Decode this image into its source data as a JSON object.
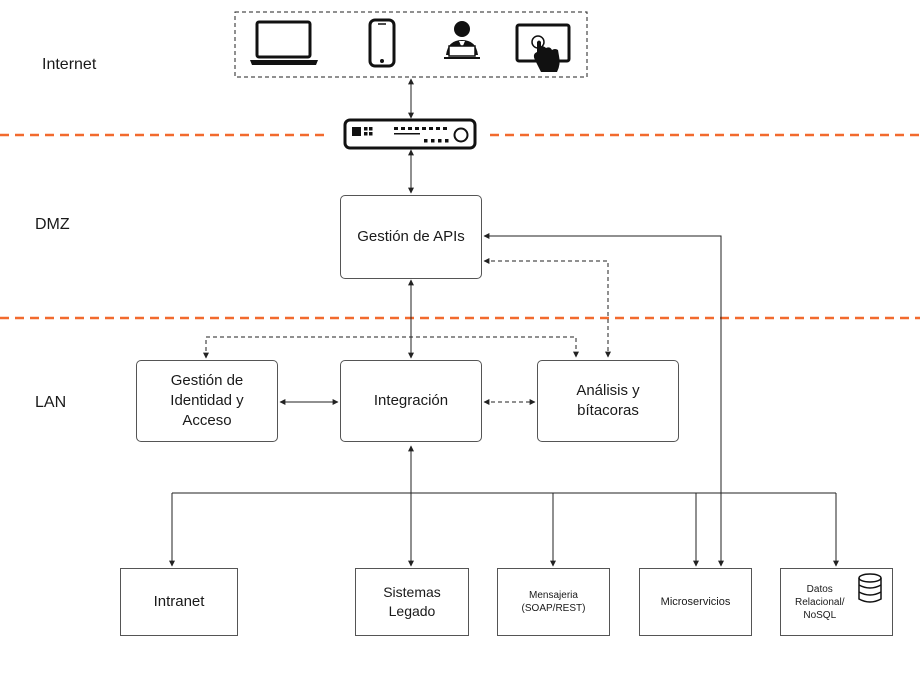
{
  "zones": {
    "internet": "Internet",
    "dmz": "DMZ",
    "lan": "LAN"
  },
  "boxes": {
    "api_gateway": "Gestión de APIs",
    "identity": "Gestión de\nIdentidad y\nAcceso",
    "integration": "Integración",
    "analytics": "Análisis y\nbítacoras",
    "intranet": "Intranet",
    "legacy": "Sistemas\nLegado",
    "messaging": "Mensajeria\n(SOAP/REST)",
    "microservices": "Microservicios",
    "data": "Datos\nRelacional/\nNoSQL"
  },
  "icons": {
    "clients": [
      "laptop-icon",
      "smartphone-icon",
      "user-at-computer-icon",
      "tablet-touch-icon"
    ],
    "firewall": "firewall-router-icon",
    "database": "database-icon"
  },
  "colors": {
    "zone_divider": "#f26a2e",
    "line": "#222222"
  }
}
